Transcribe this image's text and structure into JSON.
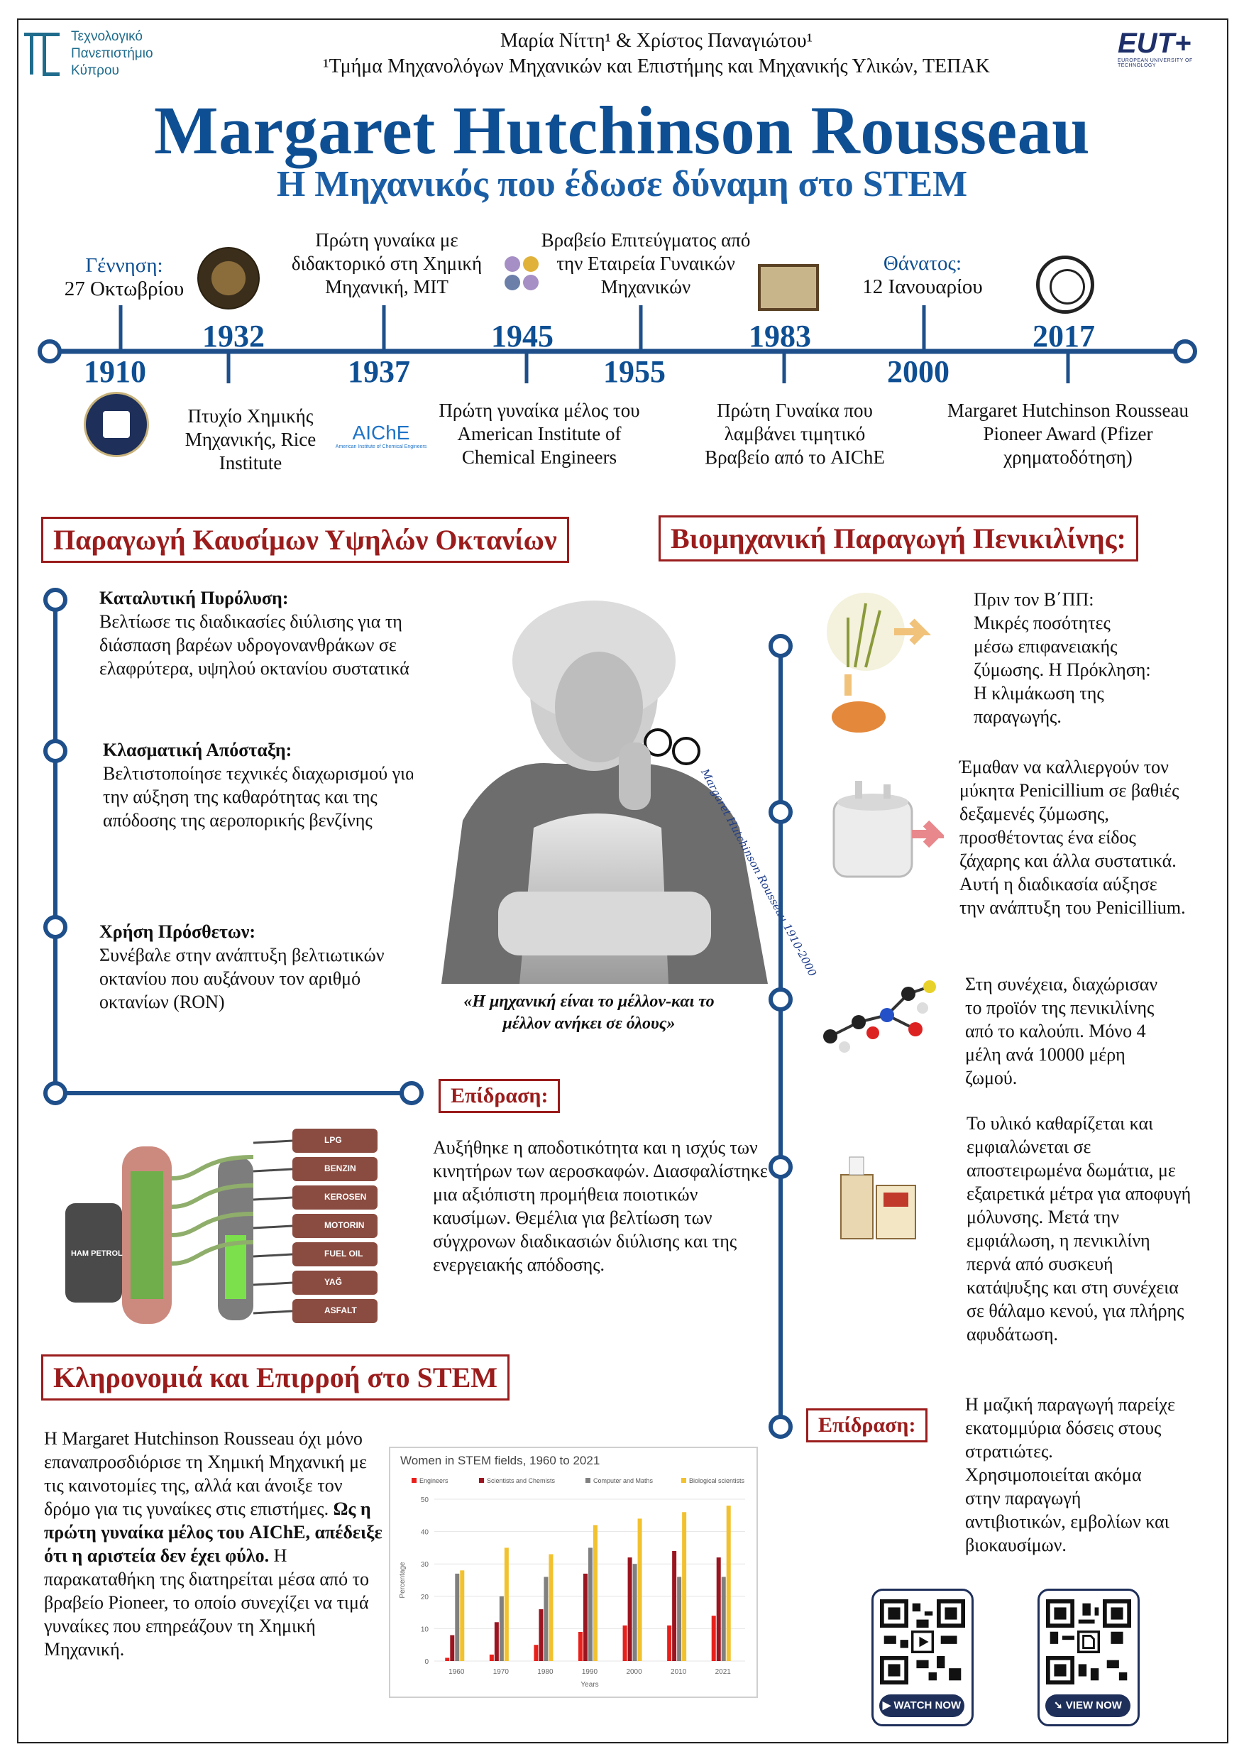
{
  "header": {
    "university_lines": [
      "Τεχνολογικό",
      "Πανεπιστήμιο",
      "Κύπρου"
    ],
    "authors": "Μαρία Νίττη¹ & Χρίστος Παναγιώτου¹",
    "affiliation": "¹Τμήμα Μηχανολόγων Μηχανικών και Επιστήμης και Μηχανικής Υλικών, ΤΕΠΑΚ",
    "eut_logo": "EUT+",
    "eut_caption": "EUROPEAN UNIVERSITY OF TECHNOLOGY"
  },
  "title": "Margaret Hutchinson Rousseau",
  "subtitle": "Η Μηχανικός που έδωσε δύναμη στο STEM",
  "timeline": {
    "y1910": "1910",
    "y1932": "1932",
    "y1937": "1937",
    "y1945": "1945",
    "y1955": "1955",
    "y1983": "1983",
    "y2000": "2000",
    "y2017": "2017",
    "birth_label": "Γέννηση:",
    "birth_date": "27 Οκτωβρίου",
    "phd": "Πρώτη γυναίκα με διδακτορικό στη Χημική Μηχανική, MIT",
    "award_swe": "Βραβείο Επιτεύγματος από την Εταιρεία Γυναικών Μηχανικών",
    "death_label": "Θάνατος:",
    "death_date": "12 Ιανουαρίου",
    "rice": "Πτυχίο Χημικής Μηχανικής, Rice Institute",
    "aiche_member": "Πρώτη γυναίκα μέλος του American Institute of Chemical Engineers",
    "aiche_award": "Πρώτη Γυναίκα που λαμβάνει τιμητικό Βραβείο από το AIChE",
    "pioneer": "Margaret Hutchinson Rousseau Pioneer Award (Pfizer χρηματοδότηση)",
    "aiche_logo": "AIChE",
    "aiche_logo_caption": "American Institute of Chemical Engineers"
  },
  "fuel": {
    "title": "Παραγωγή Καυσίμων Υψηλών Οκτανίων",
    "items": [
      {
        "heading": "Καταλυτική Πυρόλυση:",
        "text": "Βελτίωσε τις διαδικασίες διύλισης για τη διάσπαση βαρέων υδρογονανθράκων σε ελαφρύτερα, υψηλού οκτανίου συστατικά"
      },
      {
        "heading": "Κλασματική Απόσταξη:",
        "text": "Βελτιστοποίησε τεχνικές διαχωρισμού για την αύξηση της καθαρότητας και της απόδοσης της αεροπορικής βενζίνης"
      },
      {
        "heading": "Χρήση Πρόσθετων:",
        "text": "Συνέβαλε στην ανάπτυξη βελτιωτικών οκτανίου που αυξάνουν τον αριθμό οκτανίων (RON)"
      }
    ],
    "impact_label": "Επίδραση:",
    "impact_text": "Αυξήθηκε η αποδοτικότητα και η ισχύς των κινητήρων των αεροσκαφών. Διασφαλίστηκε μια αξιόπιστη προμήθεια ποιοτικών καυσίμων. Θεμέλια για βελτίωση των σύγχρονων διαδικασιών διύλισης και της ενεργειακής απόδοσης.",
    "refinery_labels": [
      "LPG",
      "BENZIN",
      "KEROSEN",
      "MOTORIN",
      "FUEL OIL",
      "YAĞ",
      "ASFALT"
    ],
    "refinery_tank": "HAM PETROL"
  },
  "quote": "«Η μηχανική είναι το μέλλον-και το μέλλον ανήκει σε όλους»",
  "penicillin": {
    "title": "Βιομηχανική Παραγωγή Πενικιλίνης:",
    "step1": "Πριν τον Β΄ΠΠ: Μικρές ποσότητες μέσω επιφανειακής ζύμωσης. Η Πρόκληση: Η κλιμάκωση της παραγωγής.",
    "step2": "Έμαθαν να καλλιεργούν τον μύκητα Penicillium σε βαθιές δεξαμενές ζύμωσης, προσθέτοντας ένα είδος ζάχαρης και άλλα συστατικά. Αυτή η διαδικασία αύξησε την ανάπτυξη του Penicillium.",
    "step3": "Στη συνέχεια, διαχώρισαν το προϊόν της πενικιλίνης από το καλούπι. Μόνο 4 μέλη ανά 10000 μέρη ζωμού.",
    "step4": "Το υλικό καθαρίζεται και εμφιαλώνεται σε αποστειρωμένα δωμάτια, με εξαιρετικά μέτρα για αποφυγή μόλυνσης. Μετά την εμφιάλωση, η πενικιλίνη περνά από συσκευή κατάψυξης και στη συνέχεια σε θάλαμο κενού, για πλήρης αφυδάτωση.",
    "impact_label": "Επίδραση:",
    "impact_text": "Η μαζική παραγωγή παρείχε εκατομμύρια δόσεις στους στρατιώτες. Χρησιμοποιείται ακόμα στην παραγωγή αντιβιοτικών, εμβολίων και βιοκαυσίμων."
  },
  "legacy": {
    "title": "Κληρονομιά και Επιρροή στο STEM",
    "text_a": "Η Margaret Hutchinson Rousseau όχι μόνο επαναπροσδιόρισε τη Χημική Μηχανική με τις καινοτομίες της, αλλά και άνοιξε τον δρόμο για τις γυναίκες στις επιστήμες. ",
    "text_b": "Ως η πρώτη γυναίκα μέλος του AIChE, απέδειξε ότι η αριστεία δεν έχει φύλο.",
    "text_c": " Η παρακαταθήκη της διατηρείται μέσα από το βραβείο Pioneer, το οποίο συνεχίζει να τιμά γυναίκες που επηρεάζουν τη Χημική Μηχανική."
  },
  "chart_data": {
    "type": "bar",
    "title": "Women in STEM fields, 1960 to 2021",
    "xlabel": "Years",
    "ylabel": "Percentage",
    "ylim": [
      0,
      50
    ],
    "yticks": [
      0,
      10,
      20,
      30,
      40,
      50
    ],
    "categories": [
      "1960",
      "1970",
      "1980",
      "1990",
      "2000",
      "2010",
      "2021"
    ],
    "series": [
      {
        "name": "Engineers",
        "color": "#e8201c",
        "values": [
          1,
          2,
          5,
          9,
          11,
          11,
          14
        ]
      },
      {
        "name": "Scientists and Chemists",
        "color": "#9b1520",
        "values": [
          8,
          12,
          16,
          27,
          32,
          34,
          32
        ]
      },
      {
        "name": "Computer and Maths",
        "color": "#808080",
        "values": [
          27,
          20,
          26,
          35,
          30,
          26,
          26
        ]
      },
      {
        "name": "Biological scientists",
        "color": "#f2c12e",
        "values": [
          28,
          35,
          33,
          42,
          44,
          46,
          48
        ]
      }
    ],
    "legend_position": "top",
    "grid": true
  },
  "qr": {
    "watch_label": "WATCH NOW",
    "view_label": "VIEW NOW"
  },
  "signature": "Margaret Hutchinson Rousseau 1910-2000"
}
